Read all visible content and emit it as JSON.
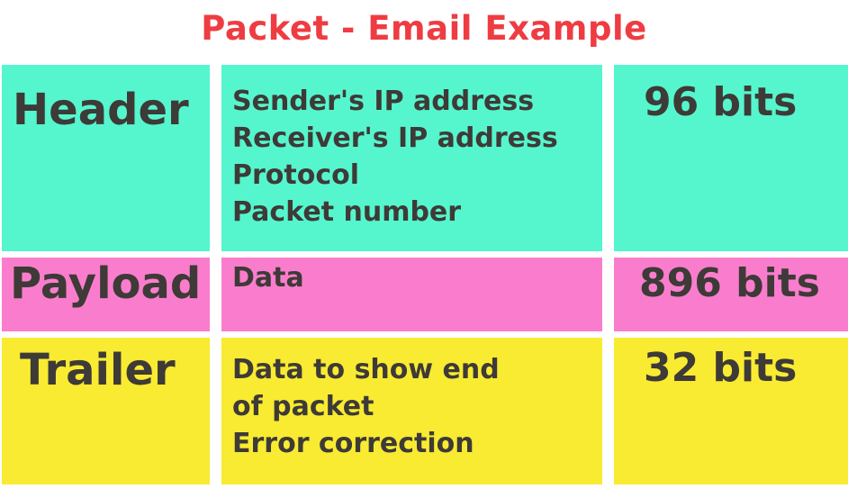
{
  "title": "Packet - Email Example",
  "colors": {
    "title": "#EE3C42",
    "text": "#3E3A37",
    "header_bg": "#55F6CD",
    "payload_bg": "#FA7DCD",
    "trailer_bg": "#F8EB31",
    "background": "#FFFFFF"
  },
  "rows": [
    {
      "label": "Header",
      "desc": [
        "Sender's IP address",
        "Receiver's IP address",
        "Protocol",
        "Packet number"
      ],
      "size": "96 bits"
    },
    {
      "label": "Payload",
      "desc": [
        "Data"
      ],
      "size": "896 bits"
    },
    {
      "label": "Trailer",
      "desc": [
        "Data to show end",
        "of packet",
        "Error correction"
      ],
      "size": "32 bits"
    }
  ]
}
